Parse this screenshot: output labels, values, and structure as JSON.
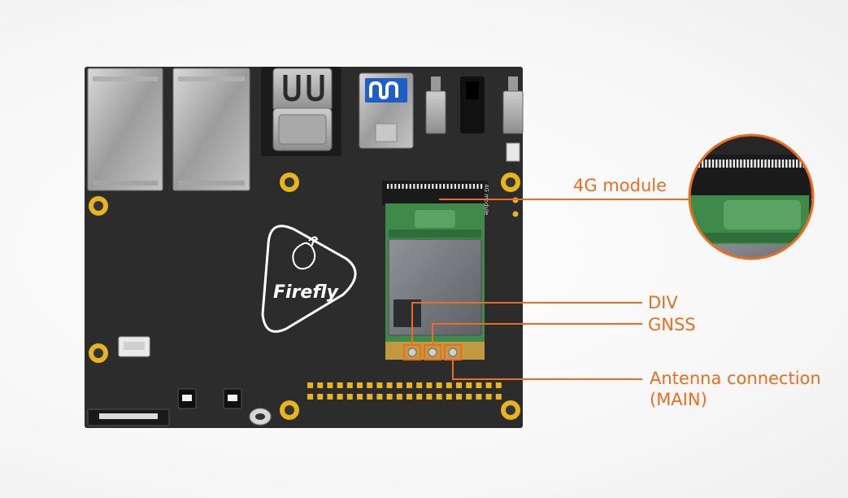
{
  "board": {
    "logo_text": "Firefly",
    "slot_label": "4G module"
  },
  "callouts": {
    "module_4g": "4G module",
    "div": "DIV",
    "gnss": "GNSS",
    "antenna_line1": "Antenna connection",
    "antenna_line2": "(MAIN)"
  },
  "colors": {
    "accent": "#ec6d1f",
    "pcb": "#2b2b2b",
    "module_pcb": "#3f8a4a",
    "gold": "#e7b41f"
  }
}
